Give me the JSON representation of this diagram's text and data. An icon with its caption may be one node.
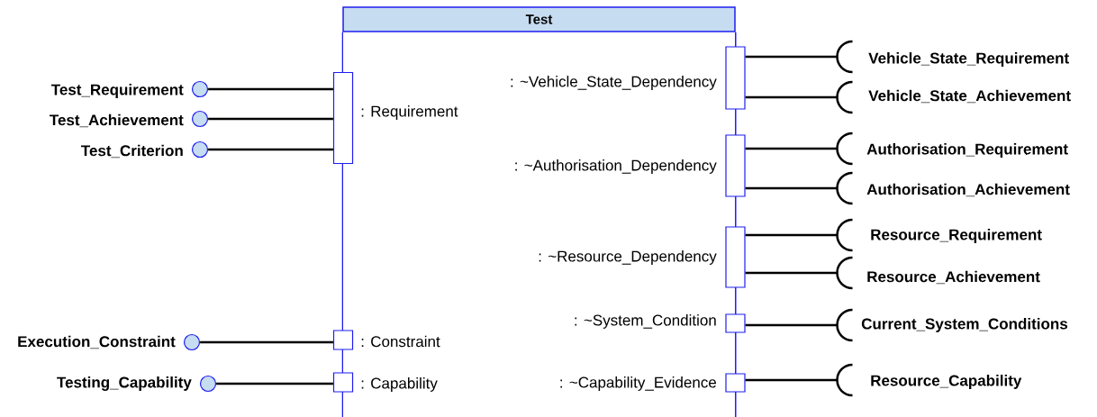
{
  "diagram": {
    "nodes": [
      {
        "text": [
          "Test"
        ]
      },
      {
        "text": [],
        "shape": "circle",
        "beside": [
          "Test_Requirement"
        ]
      },
      {
        "text": [],
        "shape": "circle",
        "beside": [
          "Test_Achievement"
        ]
      },
      {
        "text": [],
        "shape": "circle",
        "beside": [
          "Test_Criterion"
        ]
      },
      {
        "text": [],
        "shape": "box",
        "beside": [
          ": Requirement"
        ]
      },
      {
        "text": [],
        "shape": "box",
        "beside": [
          ": ~Vehicle_State_Dependency"
        ]
      },
      {
        "text": [],
        "shape": "arc",
        "beside": [
          "Vehicle_State_Requirement"
        ]
      },
      {
        "text": [],
        "shape": "arc",
        "beside": [
          "Vehicle_State_Achievement"
        ]
      },
      {
        "text": [],
        "shape": "box",
        "beside": [
          ": ~Authorisation_Dependency"
        ]
      },
      {
        "text": [],
        "shape": "arc",
        "beside": [
          "Authorisation_Requirement"
        ]
      },
      {
        "text": [],
        "shape": "arc",
        "beside": [
          "Authorisation_Achievement"
        ]
      },
      {
        "text": [],
        "shape": "box",
        "beside": [
          ": ~Resource_Dependency"
        ]
      },
      {
        "text": [],
        "shape": "arc",
        "beside": [
          "Resource_Requirement"
        ]
      },
      {
        "text": [],
        "shape": "arc",
        "beside": [
          "Resource_Achievement"
        ]
      },
      {
        "text": [],
        "shape": "box",
        "beside": [
          ": ~System_Condition"
        ]
      },
      {
        "text": [],
        "shape": "arc",
        "beside": [
          "Current_System_Conditions"
        ]
      },
      {
        "text": [],
        "shape": "circle",
        "beside": [
          "Execution_Constraint"
        ]
      },
      {
        "text": [],
        "shape": "box",
        "beside": [
          ": Constraint"
        ]
      },
      {
        "text": [],
        "shape": "circle",
        "beside": [
          "Testing_Capability"
        ]
      },
      {
        "text": [],
        "shape": "box",
        "beside": [
          ": Capability"
        ]
      },
      {
        "text": [],
        "shape": "box",
        "beside": [
          ": ~Capability_Evidence"
        ]
      },
      {
        "text": [],
        "shape": "arc",
        "beside": [
          "Resource_Capability"
        ]
      }
    ],
    "edges": [
      {
        "from": 4,
        "to": 1,
        "arrow": "none"
      },
      {
        "from": 4,
        "to": 2,
        "arrow": "none"
      },
      {
        "from": 4,
        "to": 3,
        "arrow": "none"
      },
      {
        "from": 5,
        "to": 6,
        "arrow": "none"
      },
      {
        "from": 5,
        "to": 7,
        "arrow": "none"
      },
      {
        "from": 8,
        "to": 9,
        "arrow": "none"
      },
      {
        "from": 8,
        "to": 10,
        "arrow": "none"
      },
      {
        "from": 11,
        "to": 12,
        "arrow": "none"
      },
      {
        "from": 11,
        "to": 13,
        "arrow": "none"
      },
      {
        "from": 14,
        "to": 15,
        "arrow": "none"
      },
      {
        "from": 17,
        "to": 16,
        "arrow": "none"
      },
      {
        "from": 19,
        "to": 18,
        "arrow": "none"
      },
      {
        "from": 20,
        "to": 21,
        "arrow": "none"
      }
    ]
  }
}
